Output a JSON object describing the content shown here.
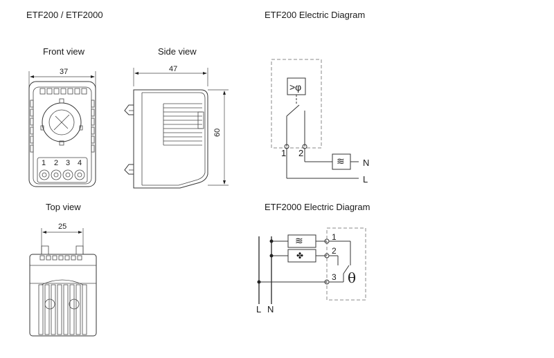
{
  "header": {
    "title": "ETF200 / ETF2000"
  },
  "views": {
    "front": {
      "label": "Front view",
      "width": "37",
      "terminals": [
        "1",
        "2",
        "3",
        "4"
      ]
    },
    "side": {
      "label": "Side view",
      "width": "47",
      "height": "60"
    },
    "top": {
      "label": "Top view",
      "width": "25"
    }
  },
  "diagram_etf200": {
    "title": "ETF200 Electric Diagram",
    "sensor_symbol": ">φ",
    "terminals": [
      "1",
      "2"
    ],
    "heater_symbol": "≋",
    "lines": {
      "neutral": "N",
      "live": "L"
    }
  },
  "diagram_etf2000": {
    "title": "ETF2000 Electric Diagram",
    "terminals": [
      "1",
      "2",
      "3"
    ],
    "heater_symbol": "≋",
    "fan_symbol": "✤",
    "theta": "θ",
    "lines": {
      "live": "L",
      "neutral": "N"
    }
  }
}
